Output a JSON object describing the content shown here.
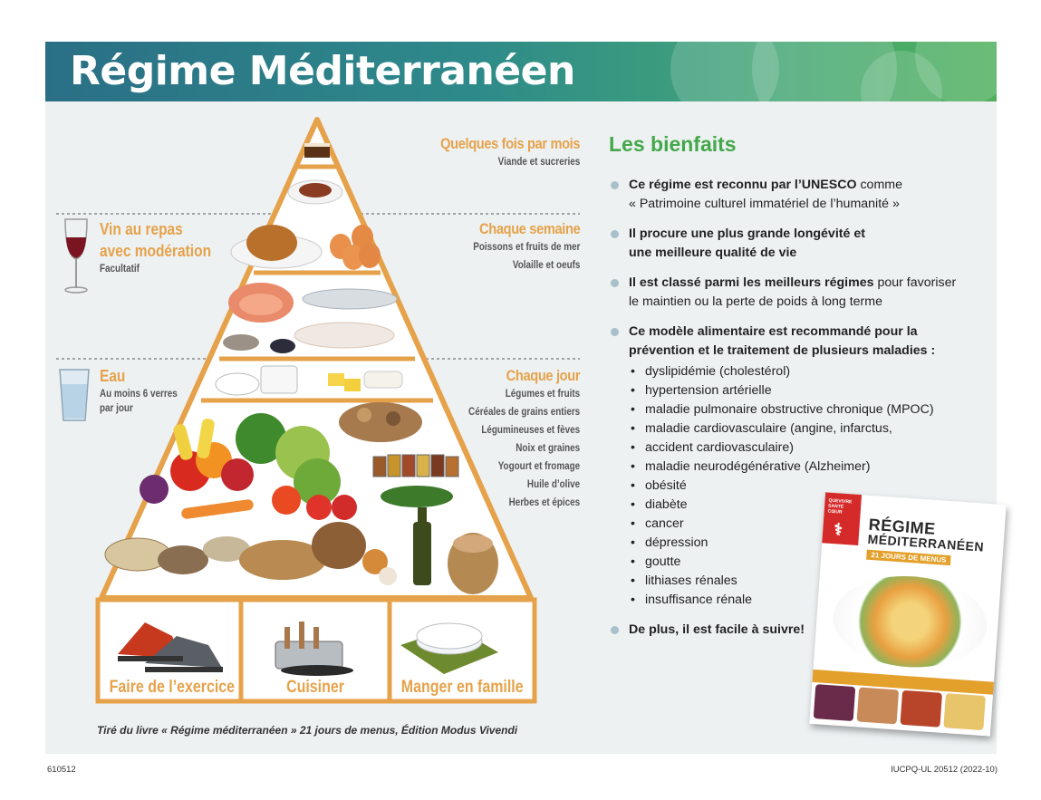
{
  "header": {
    "title": "Régime Méditerranéen",
    "bg_start": "#2a6f86",
    "bg_end": "#4fb05c"
  },
  "pyramid": {
    "outline_color": "#e6a24a",
    "tiers": [
      {
        "title": "Quelques fois par mois",
        "items": [
          "Viande et sucreries"
        ]
      },
      {
        "title": "Chaque semaine",
        "items": [
          "Poissons et fruits de mer",
          "Volaille et oeufs"
        ]
      },
      {
        "title": "Chaque jour",
        "items": [
          "Légumes et fruits",
          "Céréales de grains entiers",
          "Légumineuses et fèves",
          "Noix et graines",
          "Yogourt et fromage",
          "Huile d’olive",
          "Herbes et épices"
        ]
      }
    ],
    "side_notes": [
      {
        "title_line1": "Vin au repas",
        "title_line2": "avec modération",
        "note_line1": "Facultatif",
        "icon": "wine-glass-icon"
      },
      {
        "title_line1": "Eau",
        "note_line1": "Au moins 6 verres",
        "note_line2": "par jour",
        "icon": "water-glass-icon"
      }
    ],
    "activities": [
      "Faire de l’exercice",
      "Cuisiner",
      "Manger en famille"
    ]
  },
  "source_note": "Tiré du livre « Régime méditerranéen » 21 jours de menus, Édition Modus Vivendi",
  "benefits": {
    "title": "Les bienfaits",
    "bullets": [
      {
        "bold": "Ce régime est reconnu par l’UNESCO",
        "rest": " comme",
        "line2": "« Patrimoine culturel immatériel de l’humanité »"
      },
      {
        "bold": "Il procure une plus grande longévité et",
        "line2_bold": "une meilleure qualité de vie"
      },
      {
        "bold": "Il est classé parmi les meilleurs régimes",
        "rest": " pour favoriser",
        "line2": "le maintien ou la perte de poids à long terme"
      },
      {
        "bold": "Ce modèle alimentaire est recommandé pour la",
        "line2_bold": "prévention et le traitement de plusieurs maladies :"
      },
      {
        "bold": "De plus, il est facile à suivre!"
      }
    ],
    "diseases": [
      "dyslipidémie (cholestérol)",
      "hypertension artérielle",
      "maladie pulmonaire obstructive chronique (MPOC)",
      "maladie cardiovasculaire (angine, infarctus,",
      "accident cardiovasculaire)",
      "maladie neurodégénérative (Alzheimer)",
      "obésité",
      "diabète",
      "cancer",
      "dépression",
      "goutte",
      "lithiases rénales",
      "insuffisance rénale"
    ]
  },
  "book": {
    "title_line1": "RÉGIME",
    "title_line2": "MÉDITERRANÉEN",
    "badge": "21 JOURS DE MENUS",
    "publisher": "QUEVIVRE SANTÉ CŒUR"
  },
  "footer": {
    "left": "610512",
    "right": "IUCPQ-UL 20512 (2022-10)"
  }
}
